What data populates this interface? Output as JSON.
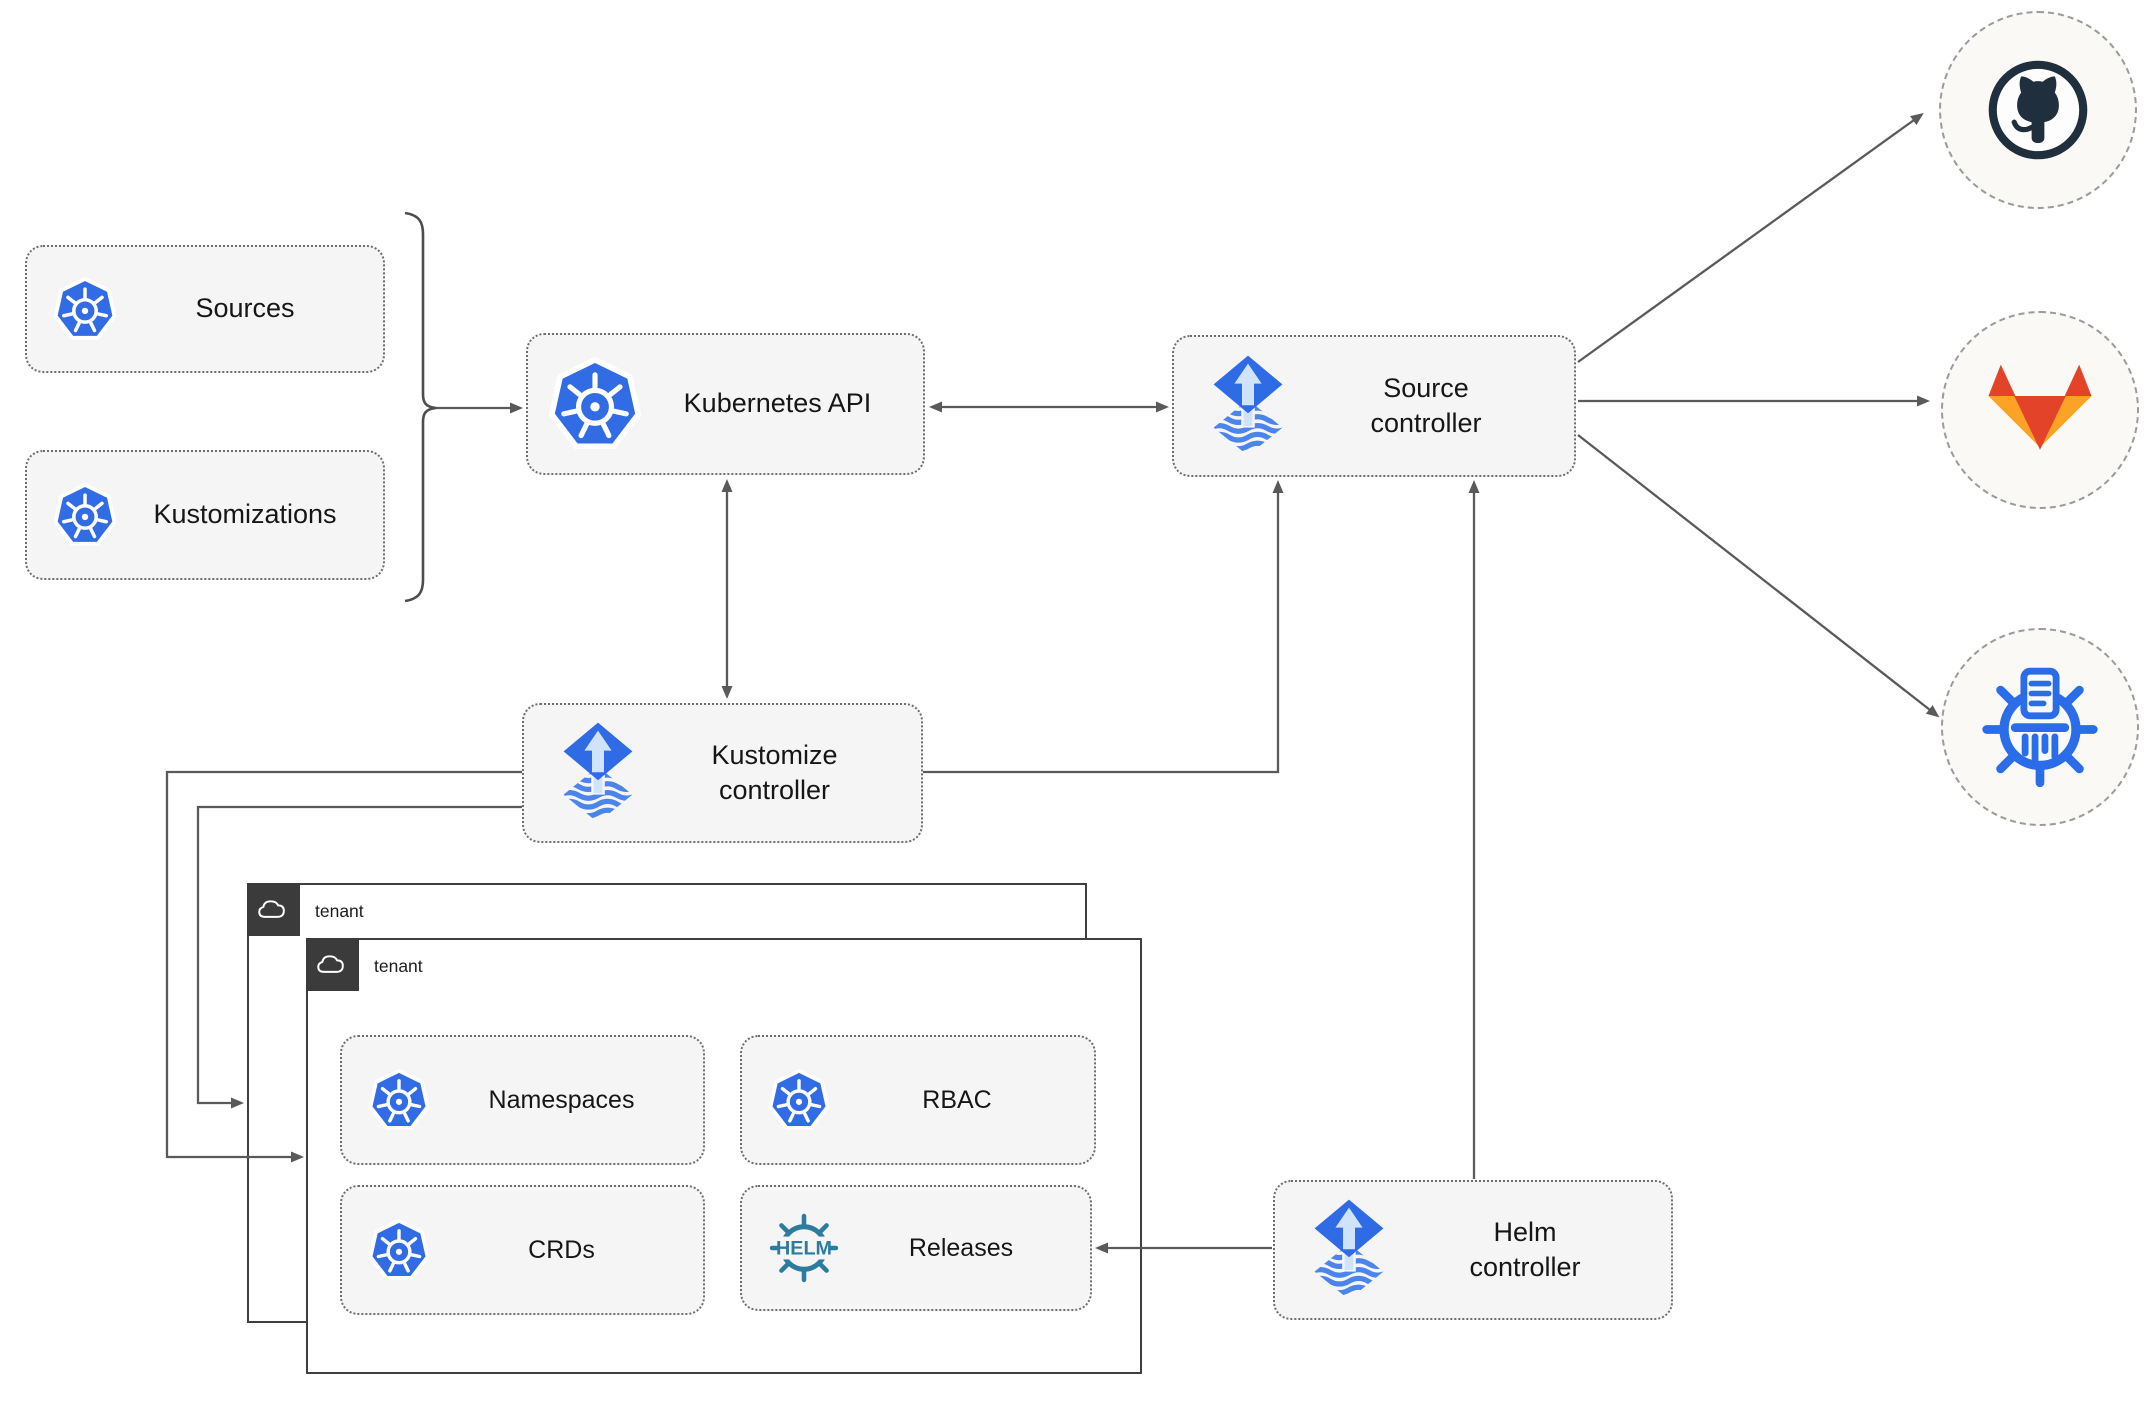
{
  "diagram": {
    "nodes": {
      "sources": {
        "label": "Sources",
        "icon": "kubernetes-icon"
      },
      "kustomizations": {
        "label": "Kustomizations",
        "icon": "kubernetes-icon"
      },
      "kubernetes_api": {
        "label": "Kubernetes API",
        "icon": "kubernetes-icon"
      },
      "source_controller": {
        "line1": "Source",
        "line2": "controller",
        "icon": "flux-icon"
      },
      "kustomize_controller": {
        "line1": "Kustomize",
        "line2": "controller",
        "icon": "flux-icon"
      },
      "helm_controller": {
        "line1": "Helm",
        "line2": "controller",
        "icon": "flux-icon"
      },
      "tenant_back": {
        "label": "tenant",
        "icon": "cloud-icon"
      },
      "tenant_front": {
        "label": "tenant",
        "icon": "cloud-icon"
      },
      "namespaces": {
        "label": "Namespaces",
        "icon": "kubernetes-icon"
      },
      "rbac": {
        "label": "RBAC",
        "icon": "kubernetes-icon"
      },
      "crds": {
        "label": "CRDs",
        "icon": "kubernetes-icon"
      },
      "releases": {
        "label": "Releases",
        "helm_badge": "HELM",
        "icon": "helm-icon"
      },
      "github": {
        "icon": "github-octocat-icon"
      },
      "gitlab": {
        "icon": "gitlab-tanuki-icon"
      },
      "registry": {
        "icon": "container-registry-icon"
      }
    },
    "edges": [
      {
        "from": "sources+kustomizations",
        "to": "kubernetes_api",
        "style": "arrow"
      },
      {
        "from": "kubernetes_api",
        "to": "source_controller",
        "style": "double-arrow"
      },
      {
        "from": "kubernetes_api",
        "to": "kustomize_controller",
        "style": "double-arrow"
      },
      {
        "from": "kustomize_controller",
        "to": "source_controller",
        "style": "arrow"
      },
      {
        "from": "kustomize_controller",
        "to": "tenant_front",
        "style": "arrow"
      },
      {
        "from": "kustomize_controller",
        "to": "tenant_back",
        "style": "arrow"
      },
      {
        "from": "helm_controller",
        "to": "source_controller",
        "style": "arrow"
      },
      {
        "from": "helm_controller",
        "to": "releases",
        "style": "arrow"
      },
      {
        "from": "source_controller",
        "to": "github",
        "style": "arrow"
      },
      {
        "from": "source_controller",
        "to": "gitlab",
        "style": "arrow"
      },
      {
        "from": "source_controller",
        "to": "registry",
        "style": "arrow"
      }
    ],
    "colors": {
      "kubernetes_blue": "#326ce5",
      "flux_blue": "#2f6be4",
      "flux_light_blue": "#cfe3fb",
      "helm_teal": "#2b7c9e",
      "github_dark": "#1f2f3d",
      "gitlab_red": "#e24329",
      "gitlab_light_orange": "#fca326",
      "registry_blue": "#2b6de8",
      "node_fill": "#f5f5f5",
      "edge_gray": "#5a5a5a",
      "tenant_header_dark": "#3b3b3b"
    }
  }
}
